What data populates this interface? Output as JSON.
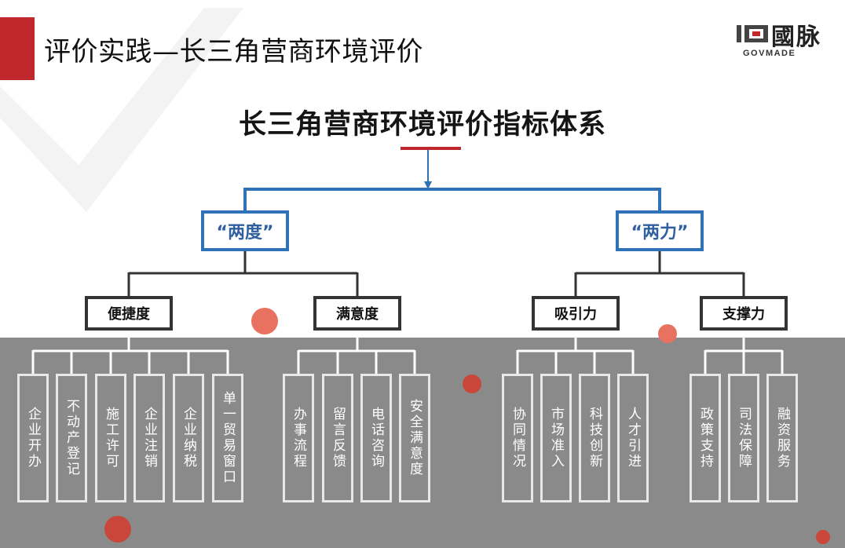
{
  "slide_title": "评价实践—长三角营商环境评价",
  "logo": {
    "cn": "國脉",
    "en": "GOVMADE"
  },
  "diagram_title": "长三角营商环境评价指标体系",
  "level1": {
    "left": "“两度”",
    "right": "“两力”"
  },
  "level2": {
    "bianjie": "便捷度",
    "manyi": "满意度",
    "xiyin": "吸引力",
    "zhicheng": "支撑力"
  },
  "leaves": {
    "bianjie": [
      "企业开办",
      "不动产登记",
      "施工许可",
      "企业注销",
      "企业纳税",
      "单一贸易窗口"
    ],
    "manyi": [
      "办事流程",
      "留言反馈",
      "电话咨询",
      "安全满意度"
    ],
    "xiyin": [
      "协同情况",
      "市场准入",
      "科技创新",
      "人才引进"
    ],
    "zhicheng": [
      "政策支持",
      "司法保障",
      "融资服务"
    ]
  },
  "colors": {
    "accent_red": "#c0282c",
    "connector_blue": "#2f72b8",
    "band_gray": "#8a8a8a",
    "dot_red": "#d9534f"
  }
}
